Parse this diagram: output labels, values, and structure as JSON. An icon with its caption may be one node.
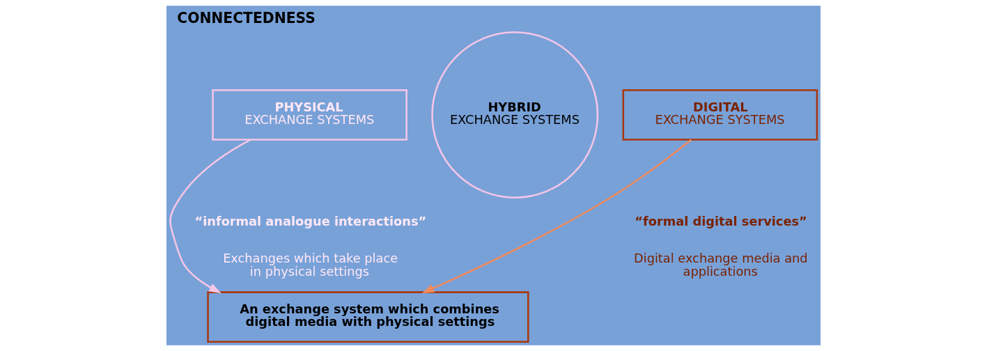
{
  "diagram": {
    "title": "CONNECTEDNESS",
    "nodes": [
      {
        "text": [
          "PHYSICAL",
          "EXCHANGE SYSTEMS"
        ]
      },
      {
        "text": [
          "HYBRID",
          "EXCHANGE SYSTEMS"
        ]
      },
      {
        "text": [
          "DIGITAL",
          "EXCHANGE SYSTEMS"
        ]
      },
      {
        "text": [
          "An exchange system which combines digital media with physical settings"
        ]
      }
    ],
    "edges": [
      {
        "from": 0,
        "to": 3,
        "arrow": "to",
        "color": "#f5c6e6"
      },
      {
        "from": 2,
        "to": 3,
        "arrow": "to",
        "color": "#f08a5d"
      }
    ],
    "labels": [
      "“informal analogue interactions”",
      "“formal digital services”",
      "Exchanges which take place in physical settings",
      "Digital exchange media and applications"
    ]
  }
}
